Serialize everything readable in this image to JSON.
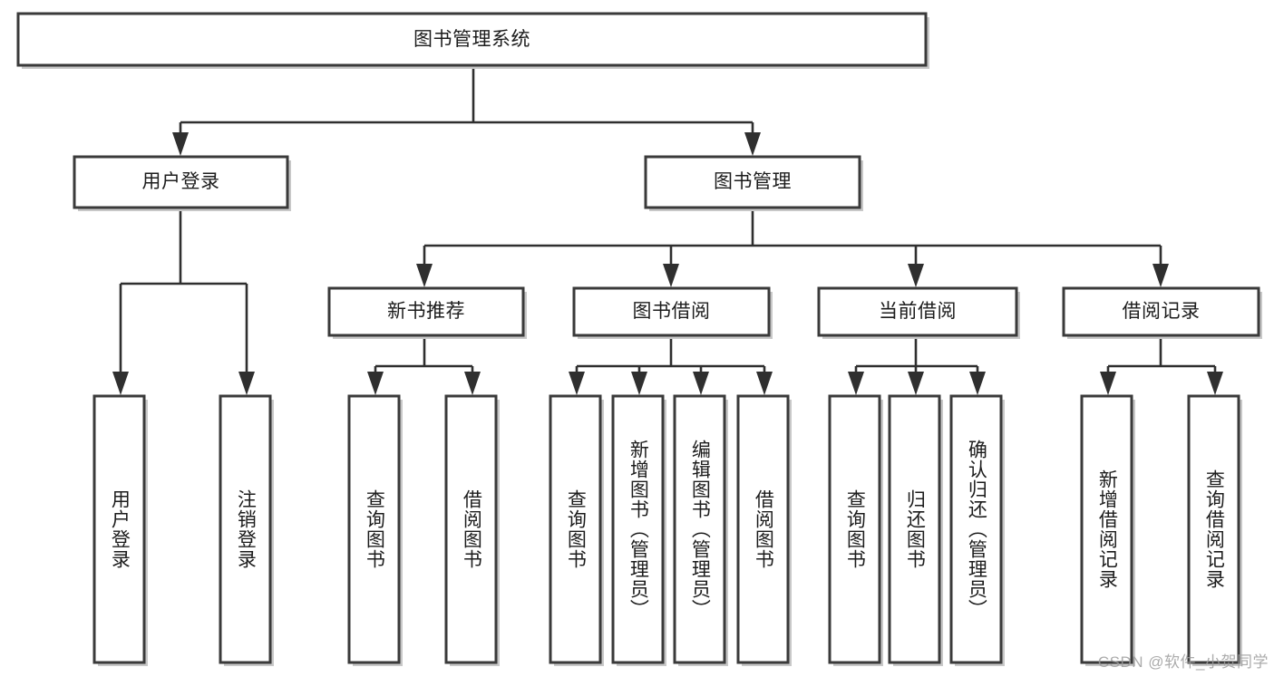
{
  "diagram": {
    "type": "tree-hierarchy-chart",
    "title": "图书管理系统",
    "orientation": "top-down",
    "colors": {
      "box_fill": "#ffffff",
      "box_stroke": "#3a3a3a",
      "connector": "#2f2f2f",
      "text": "#1c1c1c",
      "watermark": "#9d9d9d",
      "background": "#ffffff"
    },
    "watermark": "CSDN @软件_小贺同学",
    "nodes": {
      "root": {
        "label": "图书管理系统",
        "level": 0
      },
      "level1": [
        {
          "id": "user-login",
          "label": "用户登录"
        },
        {
          "id": "book-management",
          "label": "图书管理"
        }
      ],
      "level2": [
        {
          "id": "new-book-recommend",
          "label": "新书推荐",
          "parent": "book-management"
        },
        {
          "id": "book-borrow",
          "label": "图书借阅",
          "parent": "book-management"
        },
        {
          "id": "current-borrow",
          "label": "当前借阅",
          "parent": "book-management"
        },
        {
          "id": "borrow-record",
          "label": "借阅记录",
          "parent": "book-management"
        }
      ],
      "leaves": [
        {
          "id": "leaf-user-login",
          "label": "用户登录",
          "parent": "user-login"
        },
        {
          "id": "leaf-logout",
          "label": "注销登录",
          "parent": "user-login"
        },
        {
          "id": "leaf-query-book-1",
          "label": "查询图书",
          "parent": "new-book-recommend"
        },
        {
          "id": "leaf-borrow-book-1",
          "label": "借阅图书",
          "parent": "new-book-recommend"
        },
        {
          "id": "leaf-query-book-2",
          "label": "查询图书",
          "parent": "book-borrow"
        },
        {
          "id": "leaf-add-book",
          "label": "新增图书（管理员）",
          "parent": "book-borrow"
        },
        {
          "id": "leaf-edit-book",
          "label": "编辑图书（管理员）",
          "parent": "book-borrow"
        },
        {
          "id": "leaf-borrow-book-2",
          "label": "借阅图书",
          "parent": "book-borrow"
        },
        {
          "id": "leaf-query-book-3",
          "label": "查询图书",
          "parent": "current-borrow"
        },
        {
          "id": "leaf-return-book",
          "label": "归还图书",
          "parent": "current-borrow"
        },
        {
          "id": "leaf-confirm-return",
          "label": "确认归还（管理员）",
          "parent": "current-borrow"
        },
        {
          "id": "leaf-add-record",
          "label": "新增借阅记录",
          "parent": "borrow-record"
        },
        {
          "id": "leaf-query-record",
          "label": "查询借阅记录",
          "parent": "borrow-record"
        }
      ]
    }
  }
}
